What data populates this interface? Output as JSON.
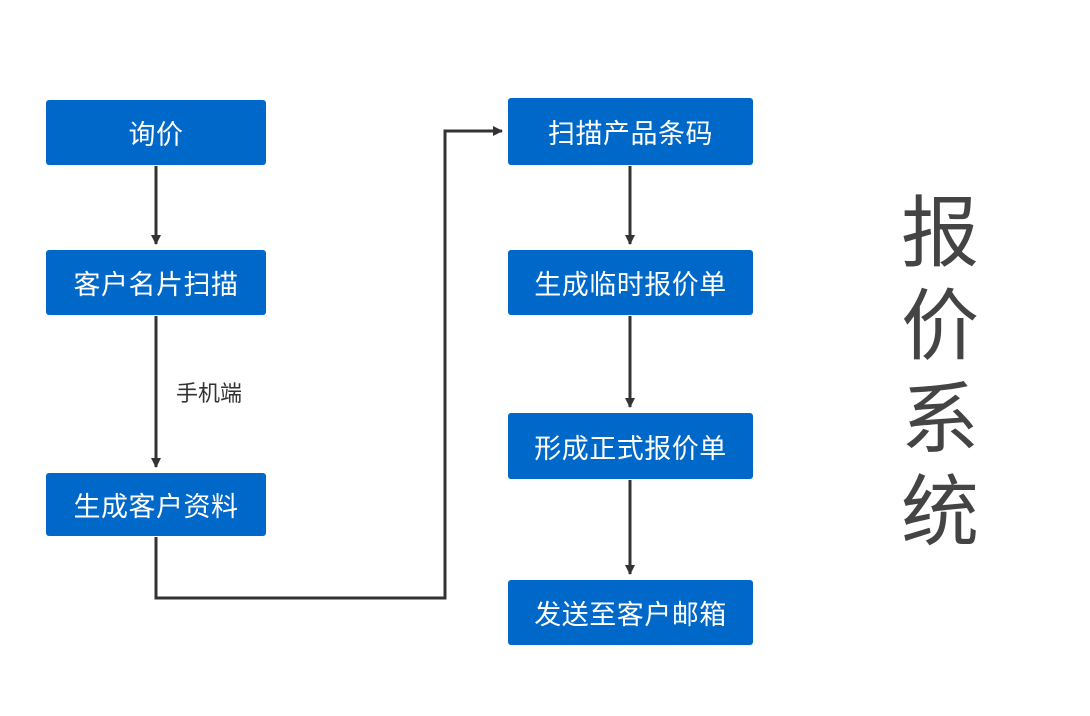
{
  "diagram": {
    "title_chars": [
      "报",
      "价",
      "系",
      "统"
    ],
    "colors": {
      "node_fill": "#0068C8",
      "node_text": "#ffffff",
      "edge": "#333333",
      "title": "#444444",
      "label": "#333333"
    },
    "nodes": {
      "inquiry": "询价",
      "card_scan": "客户名片扫描",
      "gen_customer": "生成客户资料",
      "scan_barcode": "扫描产品条码",
      "temp_quote": "生成临时报价单",
      "formal_quote": "形成正式报价单",
      "send_email": "发送至客户邮箱"
    },
    "edge_labels": {
      "mobile": "手机端"
    }
  }
}
